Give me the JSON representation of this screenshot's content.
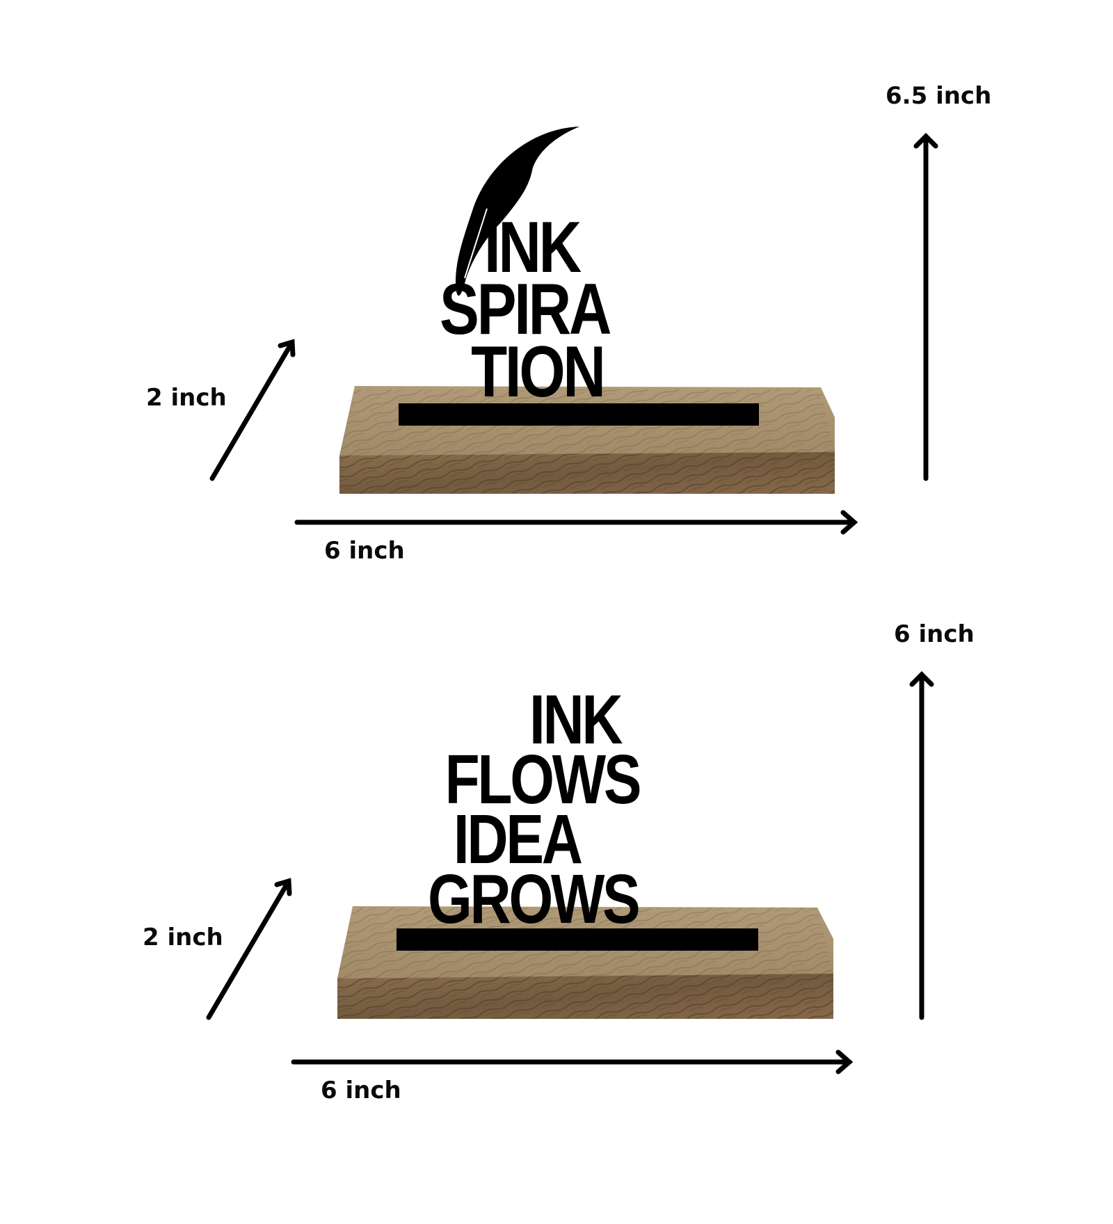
{
  "products": [
    {
      "name": "Inkspiration",
      "sign_lines": [
        "INK",
        "SPIRA",
        "TION"
      ],
      "has_feather": true,
      "dimensions": {
        "height": "6.5 inch",
        "width": "6 inch",
        "depth": "2 inch"
      }
    },
    {
      "name": "Ink Flows Idea Grows",
      "sign_lines": [
        "INK",
        "FLOWS",
        "IDEA",
        "GROWS"
      ],
      "has_feather": false,
      "dimensions": {
        "height": "6 inch",
        "width": "6 inch",
        "depth": "2 inch"
      }
    }
  ],
  "colors": {
    "background": "#ffffff",
    "sign": "#000000",
    "wood_top": "#a08866",
    "wood_front": "#7d6446",
    "wood_grain": "#4e3c28",
    "arrow": "#000000"
  }
}
